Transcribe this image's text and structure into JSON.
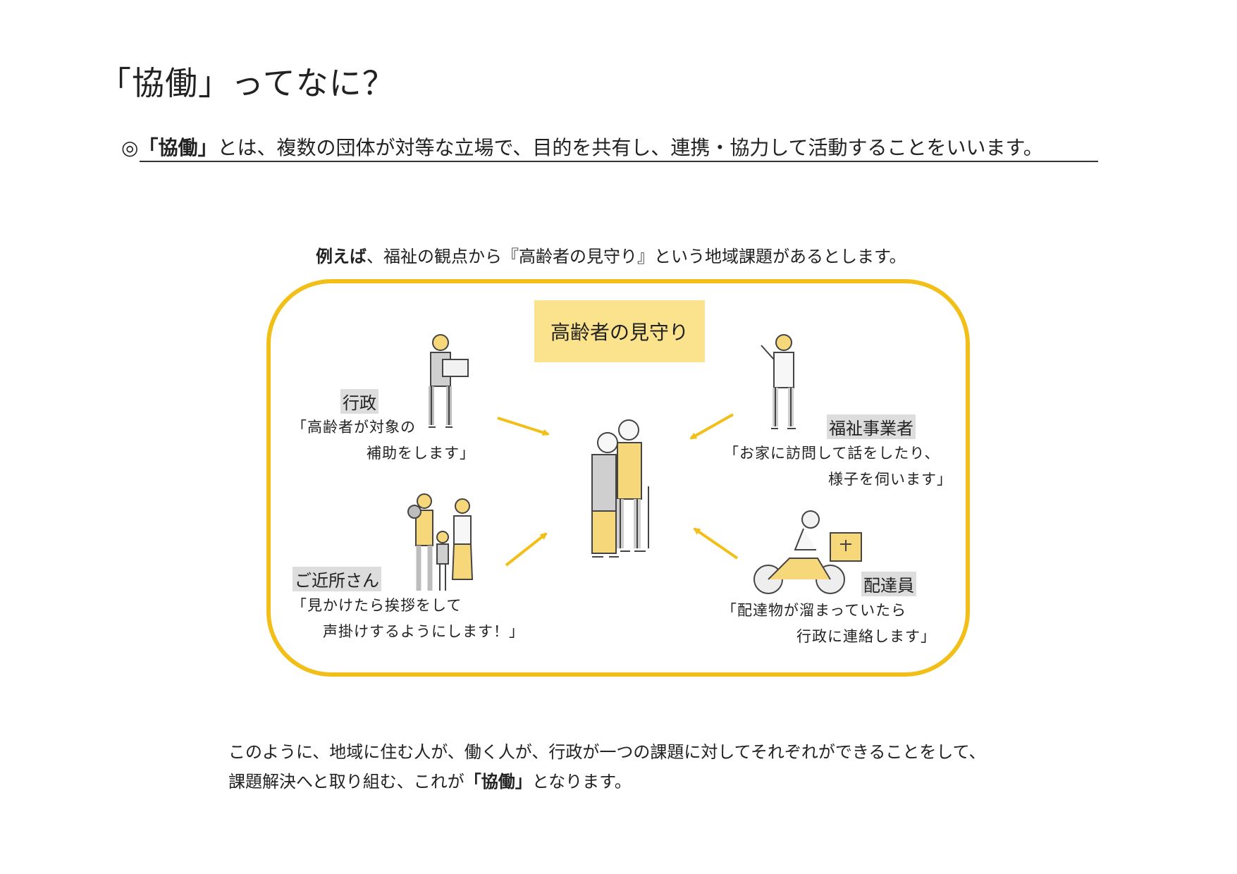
{
  "page": {
    "title": "「協働」ってなに？",
    "definition": {
      "mark": "◎",
      "term": "「協働」",
      "text": "とは、複数の団体が対等な立場で、目的を共有し、連携・協力して活動することをいいます。"
    },
    "example": {
      "lead": "例えば",
      "text": "、福祉の観点から『高齢者の見守り』という地域課題があるとします。"
    },
    "diagram": {
      "center_label": "高齢者の見守り",
      "actors": [
        {
          "role": "行政",
          "quote_line1": "「高齢者が対象の",
          "quote_line2": "補助をします」"
        },
        {
          "role": "福祉事業者",
          "quote_line1": "「お家に訪問して話をしたり、",
          "quote_line2": "様子を伺います」"
        },
        {
          "role": "ご近所さん",
          "quote_line1": "「見かけたら挨拶をして",
          "quote_line2": "声掛けするようにします！」"
        },
        {
          "role": "配達員",
          "quote_line1": "「配達物が溜まっていたら",
          "quote_line2": "行政に連絡します」"
        }
      ],
      "accent_color": "#f2bf18",
      "highlight_color": "#fbe28d",
      "label_bg_color": "#dddddd",
      "icons": [
        "officer-with-laptop-icon",
        "care-worker-icon",
        "family-icon",
        "delivery-scooter-icon",
        "elderly-couple-icon",
        "arrow-icon"
      ]
    },
    "summary": {
      "line1": "このように、地域に住む人が、働く人が、行政が一つの課題に対してそれぞれができることをして、",
      "line2_prefix": "課題解決へと取り組む、これが",
      "line2_term": "「協働」",
      "line2_suffix": "となります。"
    }
  }
}
